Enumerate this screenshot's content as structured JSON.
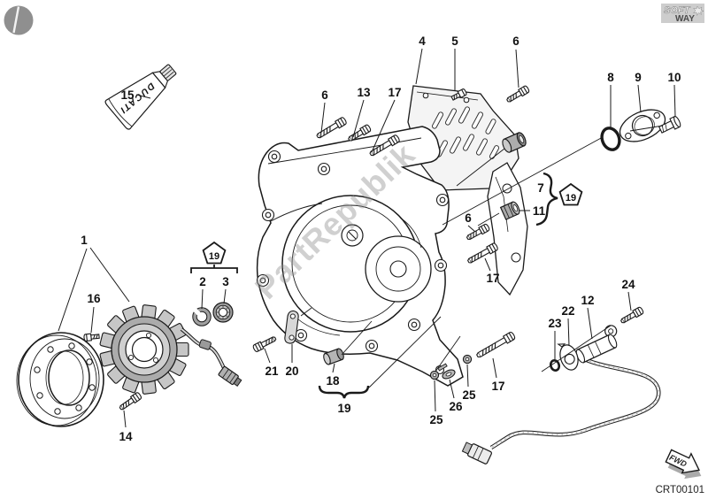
{
  "drawing_code": "CRT00101",
  "watermark": "PartRepublik",
  "logo": {
    "soft": "SOFT",
    "way": "WAY"
  },
  "fwd_label": "FWD",
  "tube_brand": "DUCATI",
  "icons": [
    "screw-head-icon",
    "fwd-arrow-icon",
    "pentagon-19-badge"
  ],
  "colors": {
    "line": "#1a1a1a",
    "part_gray": "#b0b0b0",
    "watermark_gray": "#909090"
  },
  "callouts": [
    {
      "part": "1"
    },
    {
      "part": "2"
    },
    {
      "part": "3"
    },
    {
      "part": "4"
    },
    {
      "part": "5"
    },
    {
      "part": "6"
    },
    {
      "part": "6"
    },
    {
      "part": "6"
    },
    {
      "part": "7"
    },
    {
      "part": "8"
    },
    {
      "part": "9"
    },
    {
      "part": "10"
    },
    {
      "part": "11"
    },
    {
      "part": "12"
    },
    {
      "part": "13"
    },
    {
      "part": "14"
    },
    {
      "part": "15"
    },
    {
      "part": "16"
    },
    {
      "part": "17"
    },
    {
      "part": "17"
    },
    {
      "part": "17"
    },
    {
      "part": "18"
    },
    {
      "part": "19"
    },
    {
      "part": "19"
    },
    {
      "part": "19"
    },
    {
      "part": "20"
    },
    {
      "part": "21"
    },
    {
      "part": "22"
    },
    {
      "part": "23"
    },
    {
      "part": "24"
    },
    {
      "part": "25"
    },
    {
      "part": "25"
    },
    {
      "part": "26"
    }
  ]
}
